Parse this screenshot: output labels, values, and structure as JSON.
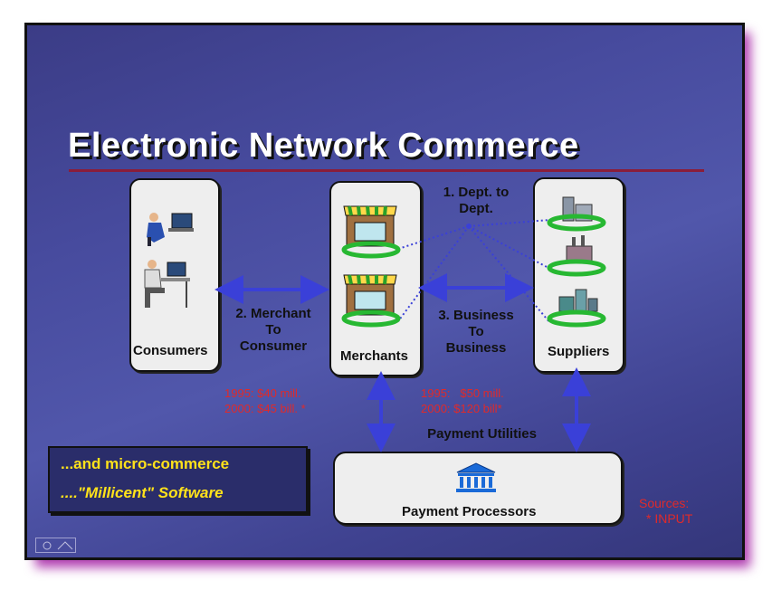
{
  "title": "Electronic Network Commerce",
  "boxes": {
    "consumers": "Consumers",
    "merchants": "Merchants",
    "suppliers": "Suppliers",
    "payment_processors": "Payment Processors"
  },
  "flows": {
    "dept_to_dept": [
      "1. Dept. to",
      "Dept."
    ],
    "merchant_to_consumer": [
      "2. Merchant",
      "To",
      "Consumer"
    ],
    "business_to_business": [
      "3. Business",
      "To",
      "Business"
    ],
    "payment_utilities": "Payment Utilities"
  },
  "stats": {
    "consumer": [
      "1995: $40 mill.",
      "2000: $45 bill. *"
    ],
    "business": [
      "1995:   $50 mill.",
      "2000: $120 bill*"
    ]
  },
  "sources": [
    "Sources:",
    "*  INPUT"
  ],
  "micro": {
    "line1": "...and micro-commerce",
    "line2": "....\"Millicent\" Software"
  },
  "colors": {
    "arrow": "#3a40d8",
    "stat_red": "#e02a2a",
    "micro_text": "#ffe21a",
    "rule": "#8a1d3a",
    "cycle_green": "#27b832"
  },
  "icons": [
    "person-at-computer-icon",
    "storefront-icon",
    "factory-icon",
    "bank-icon"
  ]
}
